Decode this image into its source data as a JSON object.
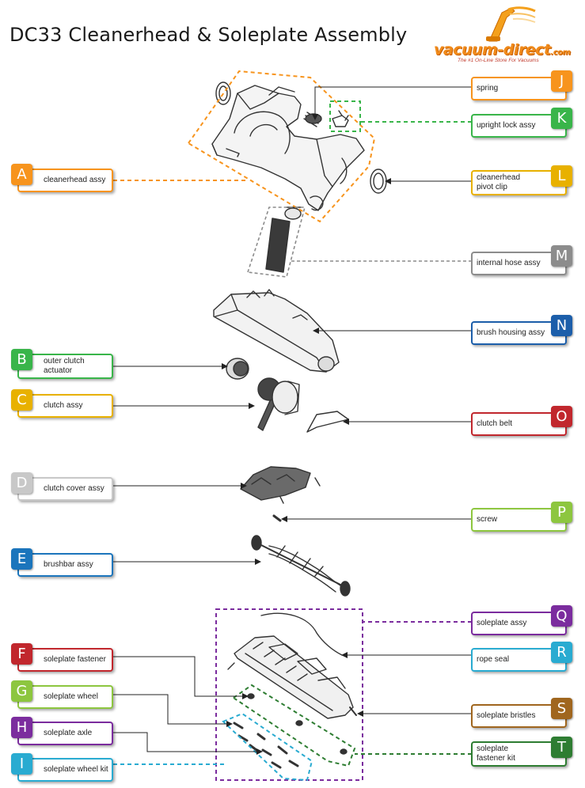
{
  "title": "DC33 Cleanerhead & Soleplate Assembly",
  "logo": {
    "brand": "vacuum-direct",
    "suffix": ".com",
    "tagline": "The #1 On-Line Store For Vacuums"
  },
  "colors": {
    "orange": "#F7941D",
    "green_k": "#39B54A",
    "gold": "#E8B100",
    "grey": "#8C8C8C",
    "blue": "#1C5EAA",
    "red": "#C1272D",
    "lime": "#8DC63F",
    "light_grey": "#C8C8C8",
    "azure": "#1B75BC",
    "purple": "#7B2C9E",
    "cyan": "#29ABD1",
    "brown": "#A0661E",
    "dark_green": "#2E7D32"
  },
  "labels": {
    "A": {
      "letter": "A",
      "text": "cleanerhead assy"
    },
    "B": {
      "letter": "B",
      "line1": "outer clutch",
      "line2": "actuator"
    },
    "C": {
      "letter": "C",
      "text": "clutch assy"
    },
    "D": {
      "letter": "D",
      "text": "clutch cover assy"
    },
    "E": {
      "letter": "E",
      "text": "brushbar assy"
    },
    "F": {
      "letter": "F",
      "text": "soleplate fastener"
    },
    "G": {
      "letter": "G",
      "text": "soleplate wheel"
    },
    "H": {
      "letter": "H",
      "text": "soleplate axle"
    },
    "I": {
      "letter": "I",
      "text": "soleplate wheel kit"
    },
    "J": {
      "letter": "J",
      "text": "spring"
    },
    "K": {
      "letter": "K",
      "text": "upright lock assy"
    },
    "L": {
      "letter": "L",
      "line1": "cleanerhead",
      "line2": "pivot clip"
    },
    "M": {
      "letter": "M",
      "text": "internal hose assy"
    },
    "N": {
      "letter": "N",
      "text": "brush housing assy"
    },
    "O": {
      "letter": "O",
      "text": "clutch belt"
    },
    "P": {
      "letter": "P",
      "text": "screw"
    },
    "Q": {
      "letter": "Q",
      "text": "soleplate assy"
    },
    "R": {
      "letter": "R",
      "text": "rope seal"
    },
    "S": {
      "letter": "S",
      "text": "soleplate bristles"
    },
    "T": {
      "letter": "T",
      "line1": "soleplate",
      "line2": "fastener kit"
    }
  }
}
